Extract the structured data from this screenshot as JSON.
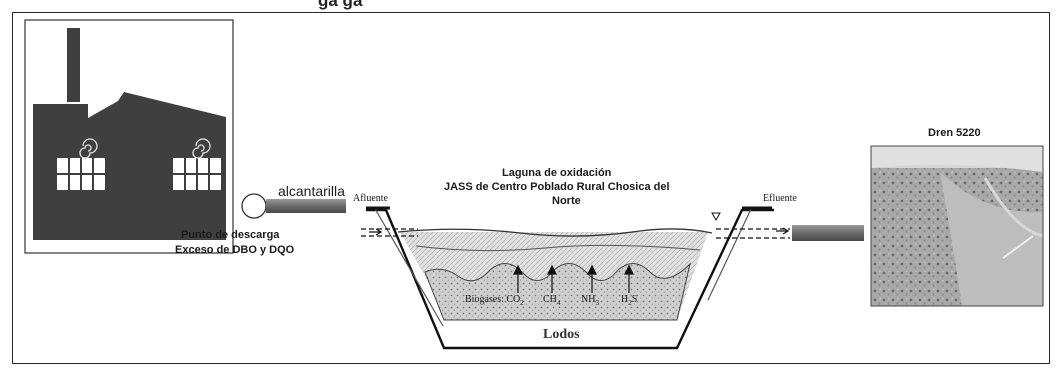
{
  "header": {
    "title_partial": "ga                                    ga"
  },
  "factory": {
    "discharge_point": "Punto de descarga",
    "excess": "Exceso de DBO y DQO"
  },
  "pipe": {
    "culvert": "alcantarilla"
  },
  "lagoon": {
    "title": "Laguna de oxidación",
    "subtitle_line1": "JASS de Centro Poblado Rural Chosica del",
    "subtitle_line2": "Norte",
    "influent": "Afluente",
    "effluent": "Efluente",
    "biogas_label": "Biogases: CO",
    "biogas_sub": "2",
    "gas_ch4": "CH",
    "gas_ch4_sub": "4",
    "gas_nh3": "NH",
    "gas_nh3_sub": "3",
    "gas_h2s": "H",
    "gas_h2s_sub": "2",
    "gas_h2s_end": "S",
    "sludge": "Lodos"
  },
  "drain": {
    "label": "Dren 5220"
  }
}
